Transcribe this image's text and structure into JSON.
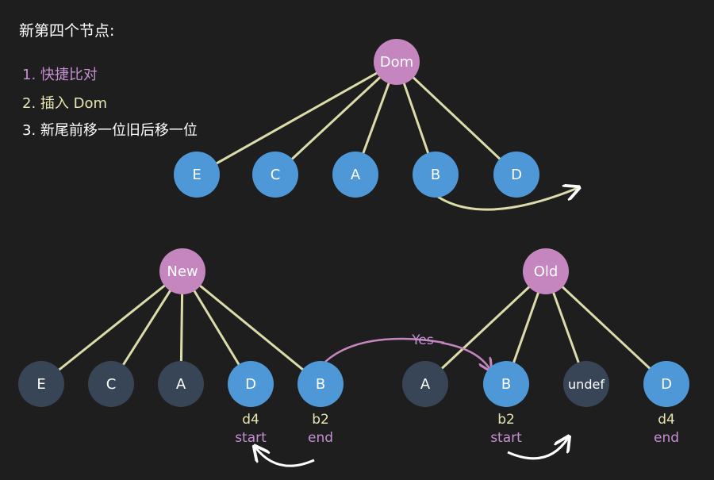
{
  "heading": "新第四个节点:",
  "steps": [
    "1. 快捷比对",
    "2. 插入 Dom",
    "3. 新尾前移一位旧后移一位"
  ],
  "colors": {
    "background": "#1e1e1e",
    "root": "#c586c0",
    "active": "#4e98d8",
    "inactive": "#374556",
    "edge": "#dcdcaa",
    "yellow_text": "#e7e5b0",
    "pink_text": "#c58fd1"
  },
  "dom_tree": {
    "root": "Dom",
    "children": [
      "E",
      "C",
      "A",
      "B",
      "D"
    ]
  },
  "new_tree": {
    "root": "New",
    "children": [
      {
        "label": "E",
        "state": "inactive"
      },
      {
        "label": "C",
        "state": "inactive"
      },
      {
        "label": "A",
        "state": "inactive"
      },
      {
        "label": "D",
        "state": "active",
        "note1": "d4",
        "note2": "start"
      },
      {
        "label": "B",
        "state": "active",
        "note1": "b2",
        "note2": "end"
      }
    ]
  },
  "old_tree": {
    "root": "Old",
    "children": [
      {
        "label": "A",
        "state": "inactive"
      },
      {
        "label": "B",
        "state": "active",
        "note1": "b2",
        "note2": "start"
      },
      {
        "label": "undef",
        "state": "inactive"
      },
      {
        "label": "D",
        "state": "active",
        "note1": "d4",
        "note2": "end"
      }
    ]
  },
  "compare_label": "Yes"
}
